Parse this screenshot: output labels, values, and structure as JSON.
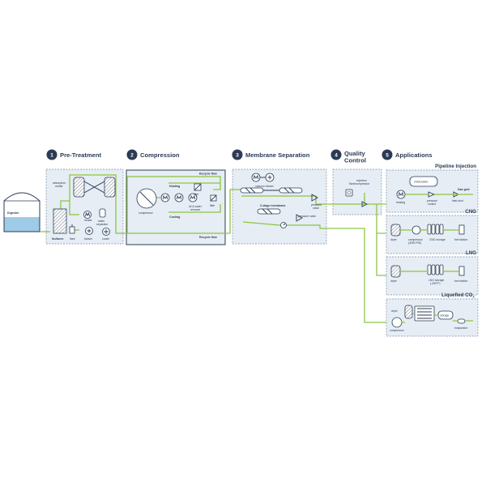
{
  "steps": [
    {
      "num": "1",
      "title": "Pre-Treatment"
    },
    {
      "num": "2",
      "title": "Compression"
    },
    {
      "num": "3",
      "title": "Membrane Separation"
    },
    {
      "num": "4",
      "title_line1": "Quality",
      "title_line2": "Control"
    },
    {
      "num": "5",
      "title": "Applications"
    }
  ],
  "digester": {
    "label": "Digester"
  },
  "pretreatment": {
    "sulfurex": "Sulfurex",
    "flare": "flare",
    "adsorption_line1": "adsorption",
    "adsorption_line2": "media",
    "heater": "heater",
    "water_line1": "water",
    "water_line2": "separator",
    "blower": "blower",
    "cooler": "cooler"
  },
  "compression": {
    "recycle_flow_top": "Recycle flow",
    "recycle_flow_bottom": "Recycle flow",
    "compressor": "compressor",
    "heating": "Heating",
    "cooling": "Cooling",
    "filter": "filter",
    "oil_line1": "oil & water",
    "oil_line2": "remover",
    "filter2": "filter"
  },
  "membrane": {
    "vacuum_blower": "vacuum blower",
    "stage_membrane": "3 stage membrane",
    "pressure_line1": "pressure",
    "pressure_line2": "valve",
    "pressure_valve": "pressure valve"
  },
  "quality": {
    "rejection_line1": "rejection",
    "rejection_line2": "flare/compressor"
  },
  "applications": {
    "pipeline": {
      "title": "Pipeline Injection",
      "odorization": "Odorization",
      "heating": "heating",
      "pressure_line1": "pressure",
      "pressure_line2": "control",
      "gas_grid": "Gas grid",
      "inlet": "inlet-shut"
    },
    "cng": {
      "title": "CNG",
      "dryer": "dryer",
      "compressor_line1": "compressor",
      "compressor_line2": "(3000 PSI)",
      "storage": "CNG storage",
      "fuel": "fuel station"
    },
    "lng": {
      "title": "LNG",
      "dryer": "dryer",
      "storage_line1": "LNG storage",
      "storage_line2": "(-260°F)",
      "fuel": "fuel station"
    },
    "co2": {
      "title": "Liquefied CO",
      "sub": "2",
      "dryer": "dryer",
      "compressor": "compressor",
      "storage": "storage",
      "evaporator": "evaporator"
    }
  },
  "colors": {
    "navy": "#2b3b55",
    "green": "#8cc63f",
    "panel": "#e6edf4",
    "water": "#9fcbe8"
  }
}
